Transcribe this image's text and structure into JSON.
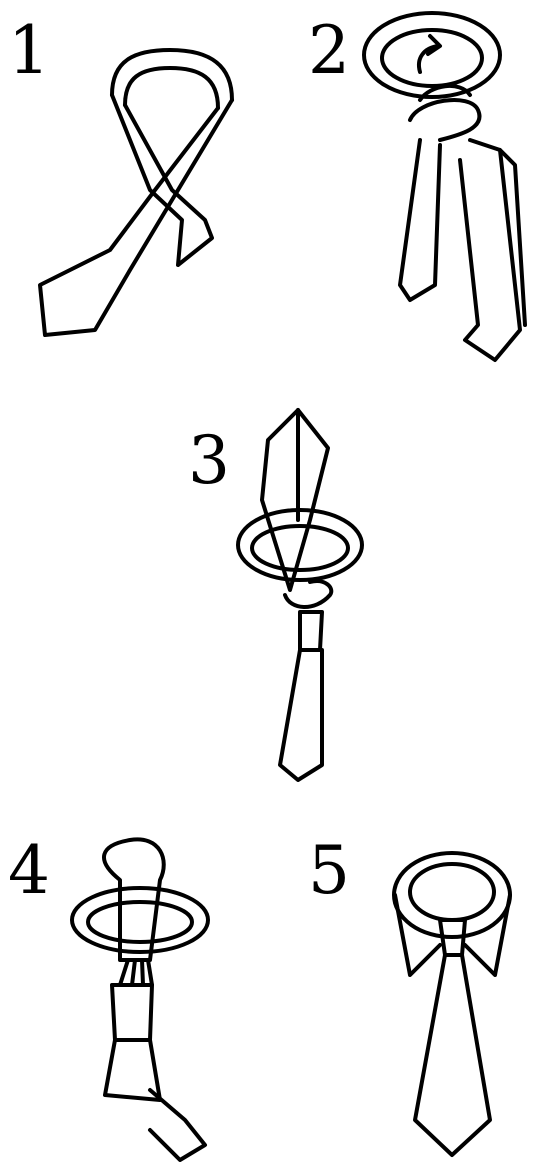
{
  "steps": [
    {
      "label": "1"
    },
    {
      "label": "2"
    },
    {
      "label": "3"
    },
    {
      "label": "4"
    },
    {
      "label": "5"
    }
  ],
  "colors": {
    "ink": "#000000",
    "background": "#ffffff"
  }
}
